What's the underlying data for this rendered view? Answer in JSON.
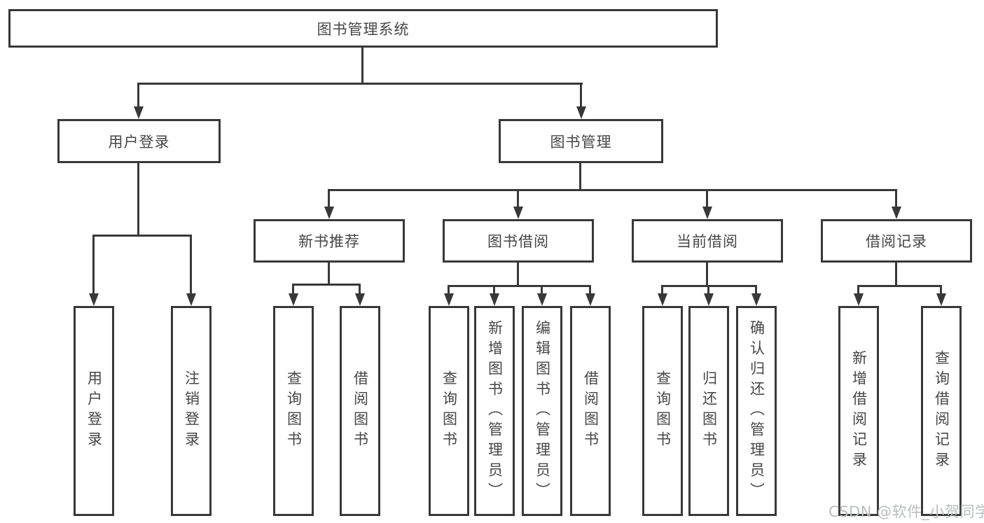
{
  "diagram": {
    "type": "tree",
    "colors": {
      "line": "#383838",
      "text": "#464646",
      "background": "#ffffff"
    },
    "root": {
      "label": "图书管理系统"
    },
    "level2": [
      {
        "id": "user-login",
        "label": "用户登录"
      },
      {
        "id": "book-management",
        "label": "图书管理"
      }
    ],
    "level3": [
      {
        "id": "new-book-recommend",
        "parent": "book-management",
        "label": "新书推荐"
      },
      {
        "id": "book-borrow",
        "parent": "book-management",
        "label": "图书借阅"
      },
      {
        "id": "current-borrow",
        "parent": "book-management",
        "label": "当前借阅"
      },
      {
        "id": "borrow-record",
        "parent": "book-management",
        "label": "借阅记录"
      }
    ],
    "leaves": [
      {
        "parent": "user-login",
        "label": "用户登录"
      },
      {
        "parent": "user-login",
        "label": "注销登录"
      },
      {
        "parent": "new-book-recommend",
        "label": "查询图书"
      },
      {
        "parent": "new-book-recommend",
        "label": "借阅图书"
      },
      {
        "parent": "book-borrow",
        "label": "查询图书"
      },
      {
        "parent": "book-borrow",
        "label": "新增图书（管理员）"
      },
      {
        "parent": "book-borrow",
        "label": "编辑图书（管理员）"
      },
      {
        "parent": "book-borrow",
        "label": "借阅图书"
      },
      {
        "parent": "current-borrow",
        "label": "查询图书"
      },
      {
        "parent": "current-borrow",
        "label": "归还图书"
      },
      {
        "parent": "current-borrow",
        "label": "确认归还（管理员）"
      },
      {
        "parent": "borrow-record",
        "label": "新增借阅记录"
      },
      {
        "parent": "borrow-record",
        "label": "查询借阅记录"
      }
    ]
  },
  "watermark": {
    "text": "CSDN @软件_小贺同学",
    "color": "#b9bdc1"
  }
}
